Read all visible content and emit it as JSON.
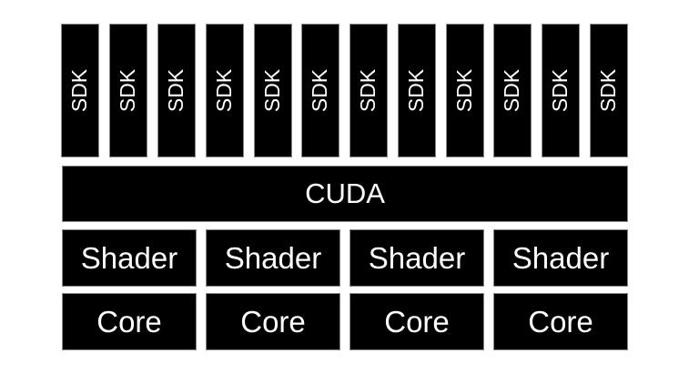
{
  "sdk_label": "SDK",
  "sdks": [
    "SDK",
    "SDK",
    "SDK",
    "SDK",
    "SDK",
    "SDK",
    "SDK",
    "SDK",
    "SDK",
    "SDK",
    "SDK",
    "SDK"
  ],
  "cuda_label": "CUDA",
  "shaders": [
    "Shader",
    "Shader",
    "Shader",
    "Shader"
  ],
  "cores": [
    "Core",
    "Core",
    "Core",
    "Core"
  ]
}
